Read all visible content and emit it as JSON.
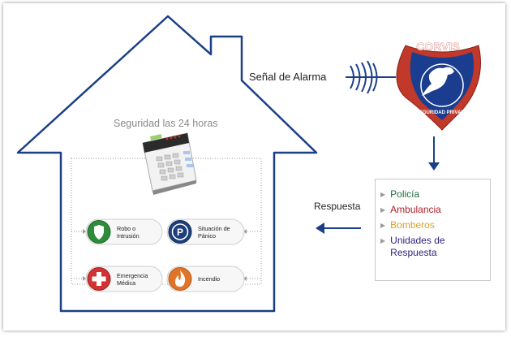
{
  "house": {
    "caption": "Seguridad las 24 horas"
  },
  "signal_label": "Señal de Alarma",
  "response_label": "Respuesta",
  "company": {
    "name": "CORVIS",
    "tagline": "SEGURIDAD PRIVADA",
    "shield_color": "#c0392b",
    "inner_color": "#1a3d8f"
  },
  "services": [
    {
      "label_line1": "Robo o",
      "label_line2": "Intrusión",
      "icon": "shield-icon",
      "color": "#2e8b3a"
    },
    {
      "label_line1": "Situación de",
      "label_line2": "Pánico",
      "icon": "panic-p-icon",
      "color": "#1f3f7a"
    },
    {
      "label_line1": "Emergencia",
      "label_line2": "Médica",
      "icon": "medical-cross-icon",
      "color": "#d23232"
    },
    {
      "label_line1": "Incendio",
      "label_line2": "",
      "icon": "fire-icon",
      "color": "#e0752a"
    }
  ],
  "responses": [
    {
      "label": "Policía",
      "color": "#1e6b3c"
    },
    {
      "label": "Ambulancia",
      "color": "#b3202a"
    },
    {
      "label": "Bomberos",
      "color": "#e0a020"
    },
    {
      "label": "Unidades de Respuesta",
      "color": "#2d1f7a"
    }
  ],
  "colors": {
    "house_outline": "#1b3f86",
    "arrow": "#1b3f86"
  }
}
